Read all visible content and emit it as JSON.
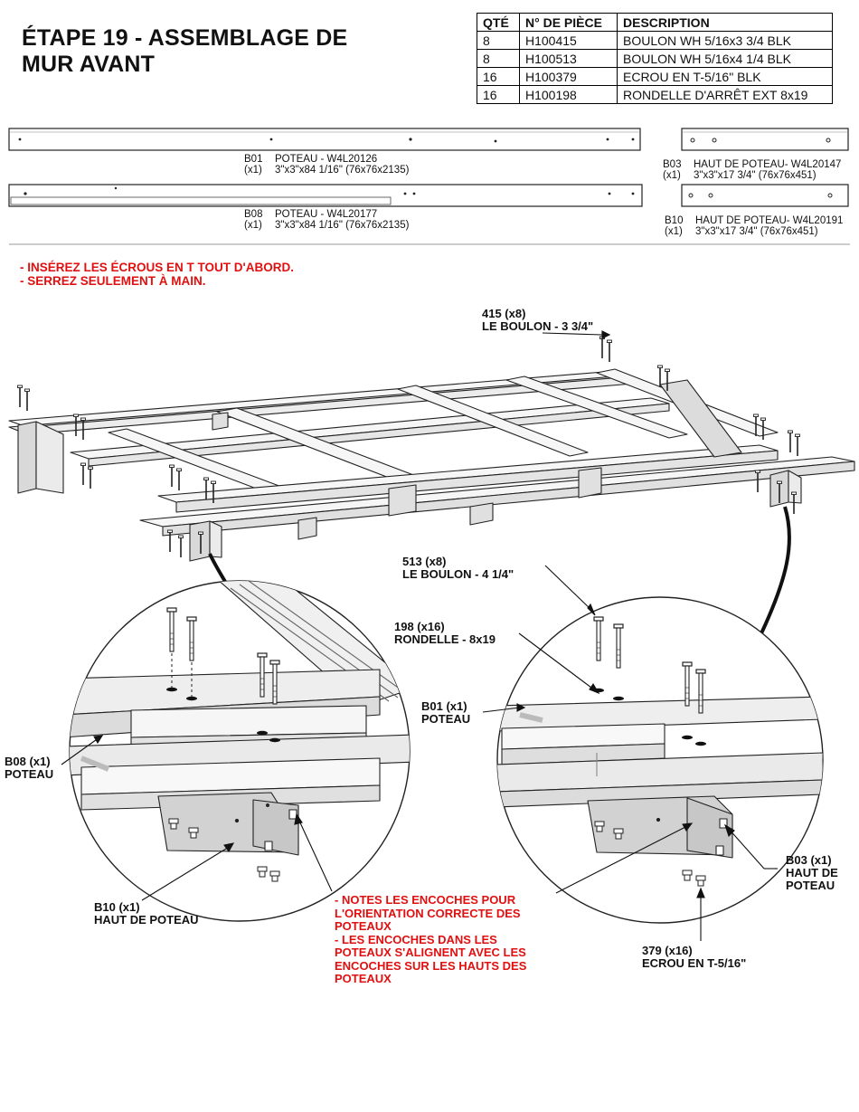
{
  "title": {
    "line1": "ÉTAPE 19 - ASSEMBLAGE DE",
    "line2": "MUR AVANT"
  },
  "parts_table": {
    "headers": [
      "QTÉ",
      "N° DE PIÈCE",
      "DESCRIPTION"
    ],
    "rows": [
      [
        "8",
        "H100415",
        "BOULON WH 5/16x3 3/4 BLK"
      ],
      [
        "8",
        "H100513",
        "BOULON WH 5/16x4 1/4 BLK"
      ],
      [
        "16",
        "H100379",
        "ECROU EN T-5/16\" BLK"
      ],
      [
        "16",
        "H100198",
        "RONDELLE D'ARRÊT EXT 8x19"
      ]
    ]
  },
  "components": [
    {
      "code": "B01",
      "qty": "(x1)",
      "name": "POTEAU - W4L20126",
      "dims": "3\"x3\"x84 1/16\" (76x76x2135)"
    },
    {
      "code": "B08",
      "qty": "(x1)",
      "name": "POTEAU - W4L20177",
      "dims": "3\"x3\"x84 1/16\" (76x76x2135)"
    },
    {
      "code": "B03",
      "qty": "(x1)",
      "name": "HAUT DE POTEAU- W4L20147",
      "dims": "3\"x3\"x17 3/4\" (76x76x451)"
    },
    {
      "code": "B10",
      "qty": "(x1)",
      "name": "HAUT DE POTEAU- W4L20191",
      "dims": "3\"x3\"x17 3/4\" (76x76x451)"
    }
  ],
  "instructions": {
    "line1": "- INSÉREZ LES ÉCROUS EN T TOUT D'ABORD.",
    "line2": "- SERREZ SEULEMENT À MAIN."
  },
  "callouts": {
    "bolt415_line1": "415 (x8)",
    "bolt415_line2": "LE BOULON - 3 3/4\"",
    "bolt513_line1": "513 (x8)",
    "bolt513_line2": "LE BOULON - 4 1/4\"",
    "washer198_line1": "198 (x16)",
    "washer198_line2": "RONDELLE - 8x19",
    "b01_line1": "B01 (x1)",
    "b01_line2": "POTEAU",
    "b08_line1": "B08 (x1)",
    "b08_line2": "POTEAU",
    "b10_line1": "B10 (x1)",
    "b10_line2": "HAUT DE POTEAU",
    "b03_line1": "B03 (x1)",
    "b03_line2": "HAUT DE",
    "b03_line3": "POTEAU",
    "nut379_line1": "379 (x16)",
    "nut379_line2": "ECROU EN T-5/16\""
  },
  "notch_notes": [
    "- NOTES LES ENCOCHES POUR",
    "L'ORIENTATION CORRECTE DES",
    "POTEAUX",
    "- LES ENCOCHES DANS LES",
    "POTEAUX S'ALIGNENT AVEC LES",
    "ENCOCHES SUR LES HAUTS DES",
    "POTEAUX"
  ],
  "colors": {
    "note_red": "#e01010",
    "line": "#222222",
    "beam_fill": "#f4f4f4",
    "shade": "#d6d6d6"
  }
}
